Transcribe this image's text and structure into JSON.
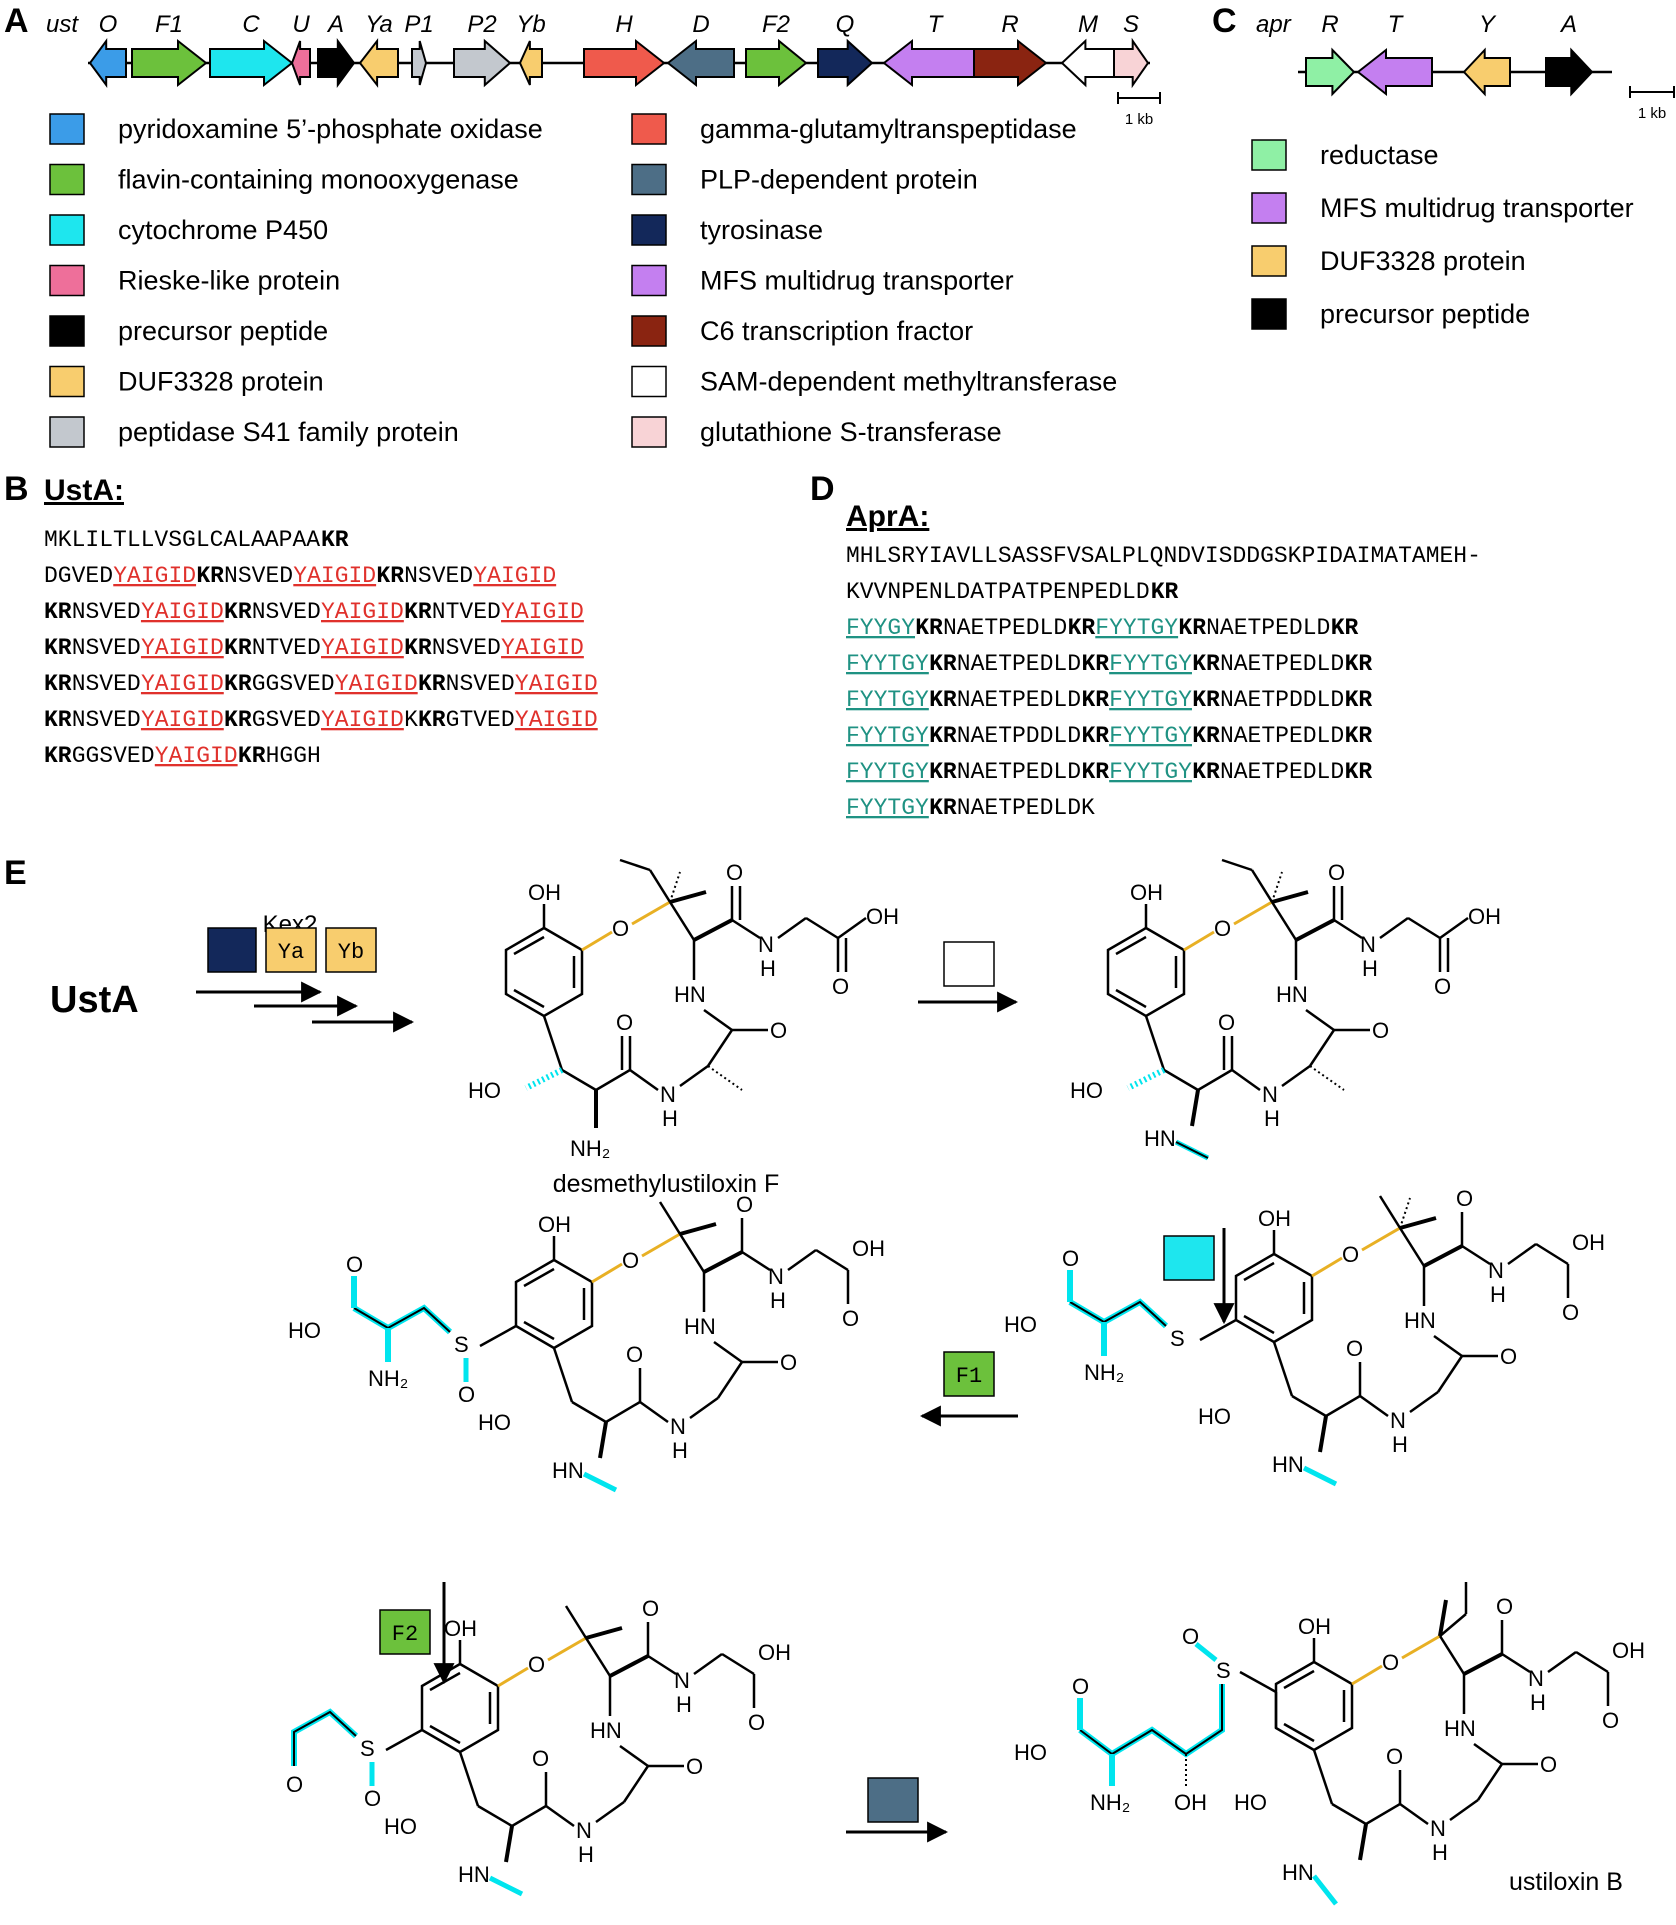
{
  "panels": {
    "a": "A",
    "b": "B",
    "c": "C",
    "d": "D",
    "e": "E"
  },
  "ust_cluster": {
    "name": "ust",
    "genes": [
      {
        "label": "O",
        "color": "#3b9ce8",
        "dir": "left"
      },
      {
        "label": "F1",
        "color": "#6cc13c",
        "dir": "right"
      },
      {
        "label": "C",
        "color": "#1ee6ee",
        "dir": "right"
      },
      {
        "label": "U",
        "color": "#ee6f9a",
        "dir": "left"
      },
      {
        "label": "A",
        "color": "#000000",
        "dir": "right"
      },
      {
        "label": "Ya",
        "color": "#f8cd6e",
        "dir": "left"
      },
      {
        "label": "P1",
        "color": "#c3c8ce",
        "dir": "right"
      },
      {
        "label": "P2",
        "color": "#c3c8ce",
        "dir": "right"
      },
      {
        "label": "Yb",
        "color": "#f8cd6e",
        "dir": "left"
      },
      {
        "label": "H",
        "color": "#ef5a4c",
        "dir": "right"
      },
      {
        "label": "D",
        "color": "#4d6e86",
        "dir": "left"
      },
      {
        "label": "F2",
        "color": "#6cc13c",
        "dir": "right"
      },
      {
        "label": "Q",
        "color": "#13285a",
        "dir": "right"
      },
      {
        "label": "T",
        "color": "#c47ff0",
        "dir": "left"
      },
      {
        "label": "R",
        "color": "#8a2411",
        "dir": "right"
      },
      {
        "label": "M",
        "color": "#ffffff",
        "dir": "left"
      },
      {
        "label": "S",
        "color": "#f8d3d6",
        "dir": "right"
      }
    ],
    "scale_label": "1 kb"
  },
  "legend_a": [
    {
      "text": "pyridoxamine 5’-phosphate oxidase",
      "color": "#3b9ce8"
    },
    {
      "text": "flavin-containing monooxygenase",
      "color": "#6cc13c"
    },
    {
      "text": "cytochrome P450",
      "color": "#1ee6ee"
    },
    {
      "text": "Rieske-like protein",
      "color": "#ee6f9a"
    },
    {
      "text": "precursor peptide",
      "color": "#000000"
    },
    {
      "text": "DUF3328 protein",
      "color": "#f8cd6e"
    },
    {
      "text": "peptidase S41 family protein",
      "color": "#c3c8ce"
    },
    {
      "text": "gamma-glutamyltranspeptidase",
      "color": "#ef5a4c"
    },
    {
      "text": "PLP-dependent protein",
      "color": "#4d6e86"
    },
    {
      "text": "tyrosinase",
      "color": "#13285a"
    },
    {
      "text": "MFS multidrug transporter",
      "color": "#c47ff0"
    },
    {
      "text": "C6 transcription fractor",
      "color": "#8a2411"
    },
    {
      "text": "SAM-dependent methyltransferase",
      "color": "#ffffff"
    },
    {
      "text": "glutathione S-transferase",
      "color": "#f8d3d6"
    }
  ],
  "apr_cluster": {
    "name": "apr",
    "genes": [
      {
        "label": "R",
        "color": "#8ff0a5",
        "dir": "right"
      },
      {
        "label": "T",
        "color": "#c47ff0",
        "dir": "left"
      },
      {
        "label": "Y",
        "color": "#f8cd6e",
        "dir": "left"
      },
      {
        "label": "A",
        "color": "#000000",
        "dir": "right"
      }
    ],
    "scale_label": "1 kb"
  },
  "legend_c": [
    {
      "text": "reductase",
      "color": "#8ff0a5"
    },
    {
      "text": "MFS multidrug transporter",
      "color": "#c47ff0"
    },
    {
      "text": "DUF3328 protein",
      "color": "#f8cd6e"
    },
    {
      "text": "precursor peptide",
      "color": "#000000"
    }
  ],
  "usta": {
    "title": "UstA:",
    "core_color": "#e0312c",
    "lines": [
      [
        [
          "n",
          "MKLILTLLVSGLCALAAPAA"
        ],
        [
          "b",
          "KR"
        ]
      ],
      [
        [
          "n",
          "DGVED"
        ],
        [
          "c",
          "YAIGID"
        ],
        [
          "b",
          "KR"
        ],
        [
          "n",
          "NSVED"
        ],
        [
          "c",
          "YAIGID"
        ],
        [
          "b",
          "KR"
        ],
        [
          "n",
          "NSVED"
        ],
        [
          "c",
          "YAIGID"
        ]
      ],
      [
        [
          "b",
          "KR"
        ],
        [
          "n",
          "NSVED"
        ],
        [
          "c",
          "YAIGID"
        ],
        [
          "b",
          "KR"
        ],
        [
          "n",
          "NSVED"
        ],
        [
          "c",
          "YAIGID"
        ],
        [
          "b",
          "KR"
        ],
        [
          "n",
          "NTVED"
        ],
        [
          "c",
          "YAIGID"
        ]
      ],
      [
        [
          "b",
          "KR"
        ],
        [
          "n",
          "NSVED"
        ],
        [
          "c",
          "YAIGID"
        ],
        [
          "b",
          "KR"
        ],
        [
          "n",
          "NTVED"
        ],
        [
          "c",
          "YAIGID"
        ],
        [
          "b",
          "KR"
        ],
        [
          "n",
          "NSVED"
        ],
        [
          "c",
          "YAIGID"
        ]
      ],
      [
        [
          "b",
          "KR"
        ],
        [
          "n",
          "NSVED"
        ],
        [
          "c",
          "YAIGID"
        ],
        [
          "b",
          "KR"
        ],
        [
          "n",
          "GGSVED"
        ],
        [
          "c",
          "YAIGID"
        ],
        [
          "b",
          "KR"
        ],
        [
          "n",
          "NSVED"
        ],
        [
          "c",
          "YAIGID"
        ]
      ],
      [
        [
          "b",
          "KR"
        ],
        [
          "n",
          "NSVED"
        ],
        [
          "c",
          "YAIGID"
        ],
        [
          "b",
          "KR"
        ],
        [
          "n",
          "GSVED"
        ],
        [
          "c",
          "YAIGID"
        ],
        [
          "n",
          "K"
        ],
        [
          "b",
          "KR"
        ],
        [
          "n",
          "GTVED"
        ],
        [
          "c",
          "YAIGID"
        ]
      ],
      [
        [
          "b",
          "KR"
        ],
        [
          "n",
          "GGSVED"
        ],
        [
          "c",
          "YAIGID"
        ],
        [
          "b",
          "KR"
        ],
        [
          "n",
          "HGGH"
        ]
      ]
    ]
  },
  "apra": {
    "title": "AprA:",
    "core_color": "#1f9283",
    "lines": [
      [
        [
          "n",
          "MHLSRYIAVLLSASSFVSALPLQNDVISDDGSKPIDAIMATAMEH-"
        ]
      ],
      [
        [
          "n",
          "KVVNPENLDATPATPENPEDLD"
        ],
        [
          "b",
          "KR"
        ]
      ],
      [
        [
          "c",
          "FYYGY"
        ],
        [
          "b",
          "KR"
        ],
        [
          "n",
          "NAETPEDLD"
        ],
        [
          "b",
          "KR"
        ],
        [
          "c",
          "FYYTGY"
        ],
        [
          "b",
          "KR"
        ],
        [
          "n",
          "NAETPEDLD"
        ],
        [
          "b",
          "KR"
        ]
      ],
      [
        [
          "c",
          "FYYTGY"
        ],
        [
          "b",
          "KR"
        ],
        [
          "n",
          "NAETPEDLD"
        ],
        [
          "b",
          "KR"
        ],
        [
          "c",
          "FYYTGY"
        ],
        [
          "b",
          "KR"
        ],
        [
          "n",
          "NAETPEDLD"
        ],
        [
          "b",
          "KR"
        ]
      ],
      [
        [
          "c",
          "FYYTGY"
        ],
        [
          "b",
          "KR"
        ],
        [
          "n",
          "NAETPEDLD"
        ],
        [
          "b",
          "KR"
        ],
        [
          "c",
          "FYYTGY"
        ],
        [
          "b",
          "KR"
        ],
        [
          "n",
          "NAETPDDLD"
        ],
        [
          "b",
          "KR"
        ]
      ],
      [
        [
          "c",
          "FYYTGY"
        ],
        [
          "b",
          "KR"
        ],
        [
          "n",
          "NAETPDDLD"
        ],
        [
          "b",
          "KR"
        ],
        [
          "c",
          "FYYTGY"
        ],
        [
          "b",
          "KR"
        ],
        [
          "n",
          "NAETPEDLD"
        ],
        [
          "b",
          "KR"
        ]
      ],
      [
        [
          "c",
          "FYYTGY"
        ],
        [
          "b",
          "KR"
        ],
        [
          "n",
          "NAETPEDLD"
        ],
        [
          "b",
          "KR"
        ],
        [
          "c",
          "FYYTGY"
        ],
        [
          "b",
          "KR"
        ],
        [
          "n",
          "NAETPEDLD"
        ],
        [
          "b",
          "KR"
        ]
      ],
      [
        [
          "c",
          "FYYTGY"
        ],
        [
          "b",
          "KR"
        ],
        [
          "n",
          "NAETPEDLDK"
        ]
      ]
    ]
  },
  "pathway": {
    "start": "UstA",
    "kex2": "Kex2",
    "ya": "Ya",
    "yb": "Yb",
    "f1": "F1",
    "f2": "F2",
    "product1_name": "desmethylustiloxin F",
    "final_name": "ustiloxin B",
    "colors": {
      "tyrosinase": "#13285a",
      "duf": "#f8cd6e",
      "p450": "#1ee6ee",
      "fmo": "#6cc13c",
      "plp": "#4d6e86",
      "highlight": "#00e5ee",
      "ether": "#e8b024"
    },
    "atoms": {
      "oh": "OH",
      "o": "O",
      "hn": "HN",
      "nh2": "NH₂",
      "nh": "N",
      "h": "H",
      "ho": "HO",
      "s": "S"
    }
  }
}
